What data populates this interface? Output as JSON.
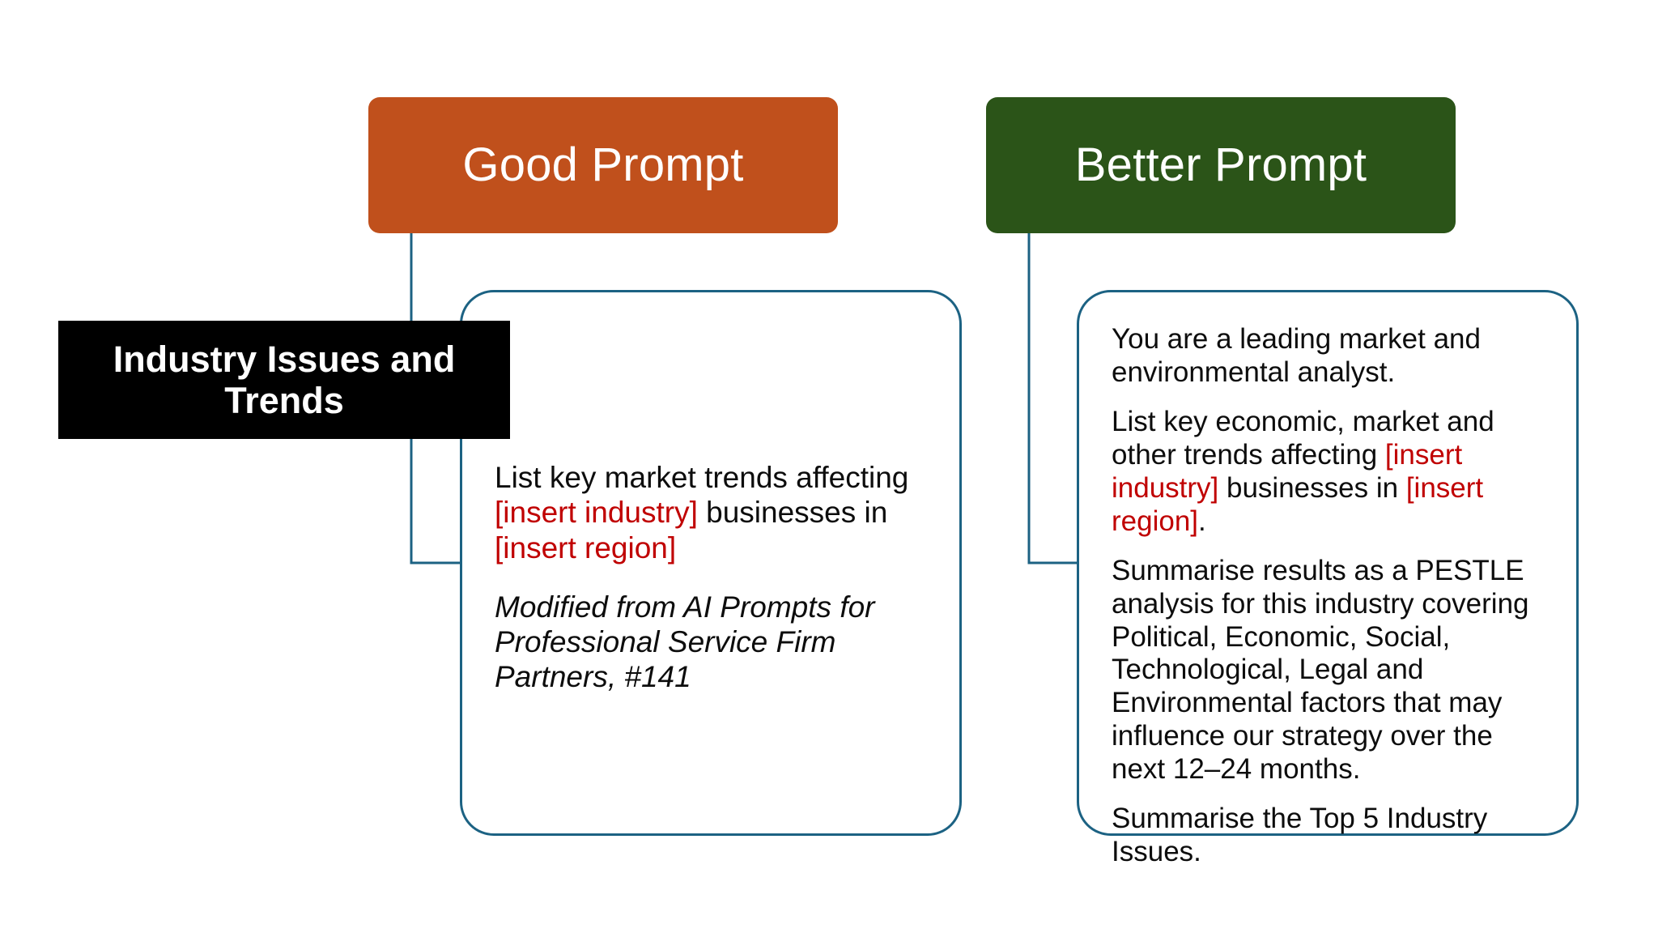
{
  "theme": {
    "good_header_color": "#c0501c",
    "better_header_color": "#2b5418",
    "card_border_color": "#1c6283",
    "connector_color": "#1c6283",
    "placeholder_color": "#c00000",
    "label_background": "#000000",
    "page_background": "#ffffff"
  },
  "row_label": {
    "text": "Industry Issues and Trends"
  },
  "columns": [
    {
      "id": "good",
      "header": "Good Prompt",
      "paragraphs": [
        {
          "style": "normal",
          "runs": [
            {
              "text": "List key market trends affecting ",
              "highlight": false
            },
            {
              "text": "[insert industry]",
              "highlight": true
            },
            {
              "text": " businesses in ",
              "highlight": false
            },
            {
              "text": "[insert region]",
              "highlight": true
            }
          ]
        },
        {
          "style": "italic",
          "runs": [
            {
              "text": "Modified from AI Prompts for Professional Service Firm Partners, #141",
              "highlight": false
            }
          ]
        }
      ]
    },
    {
      "id": "better",
      "header": "Better Prompt",
      "paragraphs": [
        {
          "style": "normal",
          "runs": [
            {
              "text": "You are a leading market and environmental analyst.",
              "highlight": false
            }
          ]
        },
        {
          "style": "normal",
          "runs": [
            {
              "text": "List key economic, market and other trends affecting ",
              "highlight": false
            },
            {
              "text": "[insert industry]",
              "highlight": true
            },
            {
              "text": " businesses in ",
              "highlight": false
            },
            {
              "text": "[insert region]",
              "highlight": true
            },
            {
              "text": ".",
              "highlight": false
            }
          ]
        },
        {
          "style": "normal",
          "runs": [
            {
              "text": "Summarise results as a PESTLE analysis for this industry covering Political, Economic, Social, Technological, Legal and Environmental factors that may influence our strategy over the next 12–24 months.",
              "highlight": false
            }
          ]
        },
        {
          "style": "normal",
          "runs": [
            {
              "text": "Summarise the Top 5 Industry Issues.",
              "highlight": false
            }
          ]
        }
      ]
    }
  ]
}
